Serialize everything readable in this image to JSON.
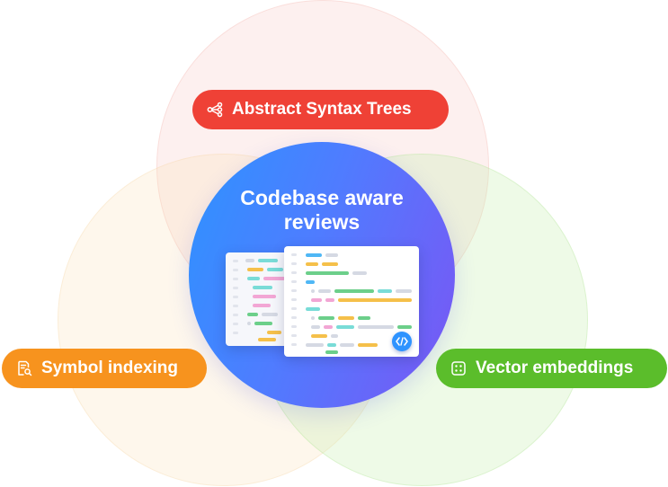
{
  "center": {
    "title_line1": "Codebase aware",
    "title_line2": "reviews"
  },
  "pills": {
    "ast": {
      "label": "Abstract Syntax Trees",
      "icon": "tree-graph-icon",
      "color": "#ef4136"
    },
    "symbol": {
      "label": "Symbol indexing",
      "icon": "document-search-icon",
      "color": "#f7931e"
    },
    "vector": {
      "label": "Vector embeddings",
      "icon": "dots-grid-icon",
      "color": "#5bbd2b"
    }
  },
  "colors": {
    "center_gradient_start": "#2e93ff",
    "center_gradient_end": "#7a56f4",
    "venn_top": "#f8c8c4",
    "venn_left": "#fae2b4",
    "venn_right": "#c8eeb0"
  },
  "code_preview": {
    "badge_icon": "code-brackets-icon"
  }
}
